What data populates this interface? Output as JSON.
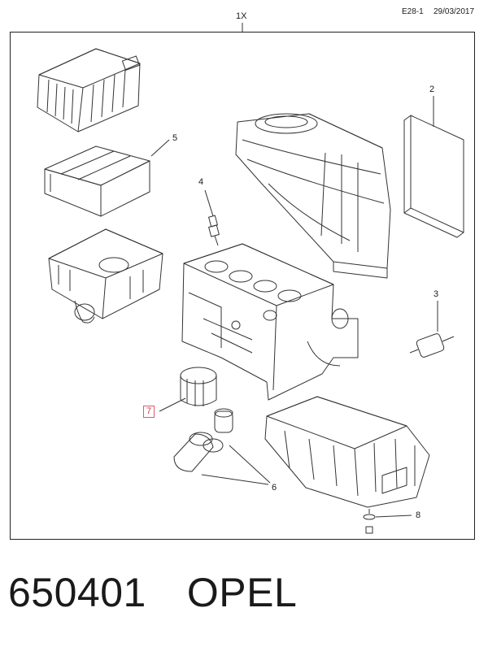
{
  "header": {
    "diagram_ref": "E28-1",
    "date": "29/03/2017",
    "quantity": "1X"
  },
  "callouts": [
    "1X",
    "2",
    "3",
    "4",
    "5",
    "6",
    "7",
    "8"
  ],
  "highlighted_callout": "7",
  "footer": {
    "part_number": "650401",
    "brand": "OPEL"
  },
  "colors": {
    "line": "#333333",
    "highlight": "#d03a50"
  }
}
